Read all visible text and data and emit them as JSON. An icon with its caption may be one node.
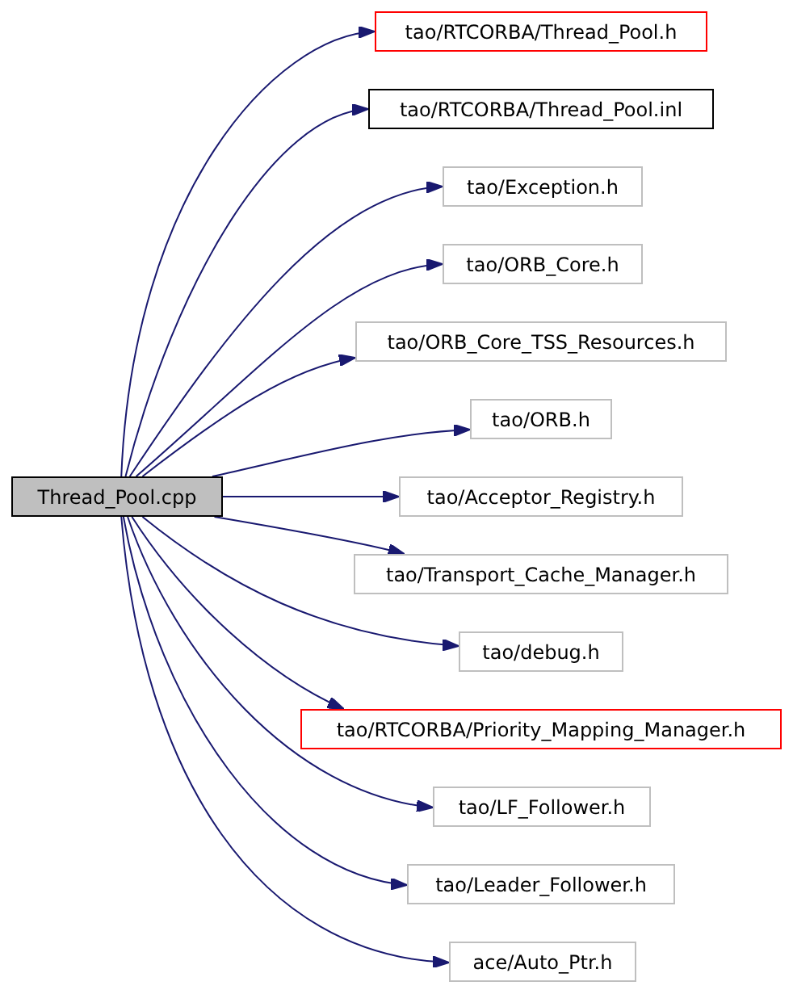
{
  "diagram": {
    "nodes": [
      {
        "text": [
          "Thread_Pool.cpp"
        ]
      },
      {
        "text": [
          "tao/RTCORBA/Thread_Pool.h"
        ]
      },
      {
        "text": [
          "tao/RTCORBA/Thread_Pool.inl"
        ]
      },
      {
        "text": [
          "tao/Exception.h"
        ]
      },
      {
        "text": [
          "tao/ORB_Core.h"
        ]
      },
      {
        "text": [
          "tao/ORB_Core_TSS_Resources.h"
        ]
      },
      {
        "text": [
          "tao/ORB.h"
        ]
      },
      {
        "text": [
          "tao/Acceptor_Registry.h"
        ]
      },
      {
        "text": [
          "tao/Transport_Cache_Manager.h"
        ]
      },
      {
        "text": [
          "tao/debug.h"
        ]
      },
      {
        "text": [
          "tao/RTCORBA/Priority_Mapping_Manager.h"
        ]
      },
      {
        "text": [
          "tao/LF_Follower.h"
        ]
      },
      {
        "text": [
          "tao/Leader_Follower.h"
        ]
      },
      {
        "text": [
          "ace/Auto_Ptr.h"
        ]
      }
    ],
    "edges": [
      {
        "from": 0,
        "to": 1,
        "arrow": "to"
      },
      {
        "from": 0,
        "to": 2,
        "arrow": "to"
      },
      {
        "from": 0,
        "to": 3,
        "arrow": "to"
      },
      {
        "from": 0,
        "to": 4,
        "arrow": "to"
      },
      {
        "from": 0,
        "to": 5,
        "arrow": "to"
      },
      {
        "from": 0,
        "to": 6,
        "arrow": "to"
      },
      {
        "from": 0,
        "to": 7,
        "arrow": "to"
      },
      {
        "from": 0,
        "to": 8,
        "arrow": "to"
      },
      {
        "from": 0,
        "to": 9,
        "arrow": "to"
      },
      {
        "from": 0,
        "to": 10,
        "arrow": "to"
      },
      {
        "from": 0,
        "to": 11,
        "arrow": "to"
      },
      {
        "from": 0,
        "to": 12,
        "arrow": "to"
      },
      {
        "from": 0,
        "to": 13,
        "arrow": "to"
      }
    ]
  }
}
